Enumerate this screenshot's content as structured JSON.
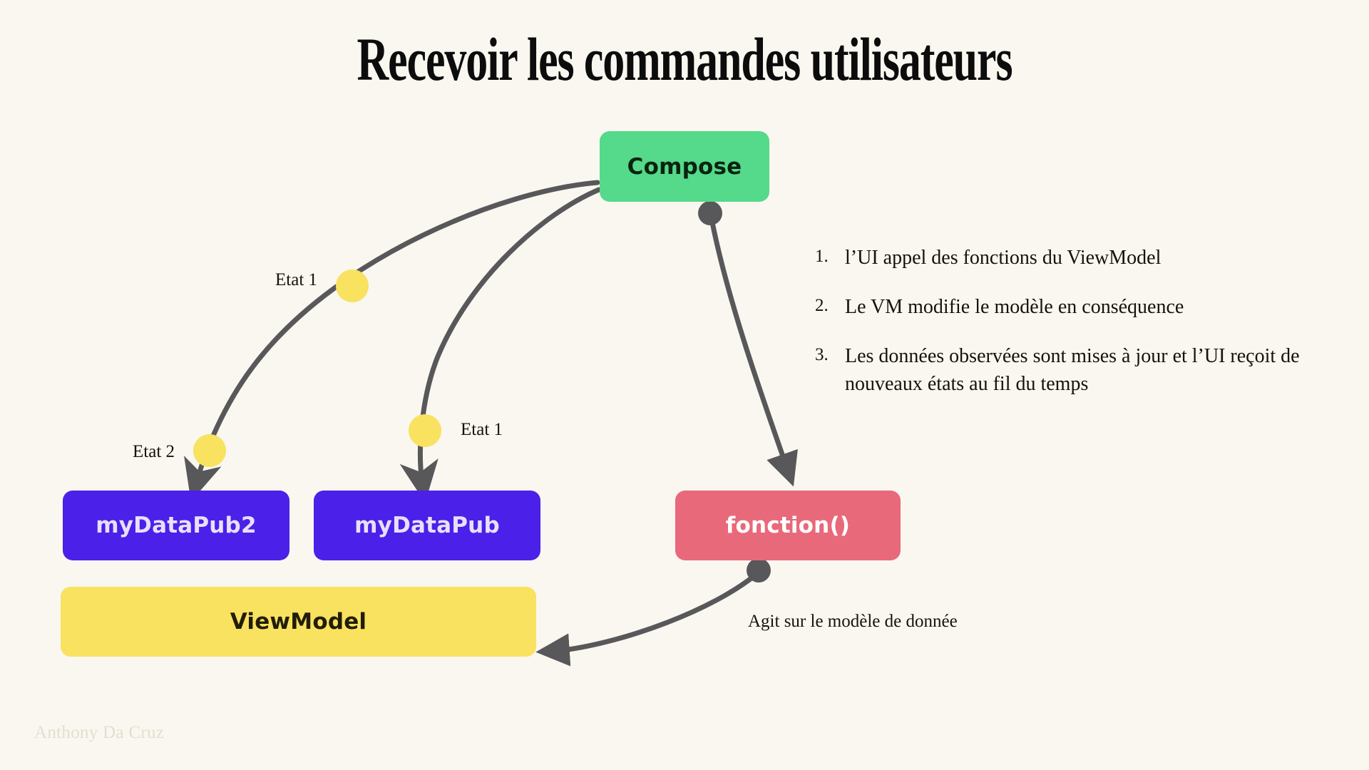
{
  "page": {
    "title": "Recevoir les commandes utilisateurs",
    "background_color": "#F9F7EF",
    "signature": "Anthony Da Cruz"
  },
  "nodes": [
    {
      "id": "compose",
      "label": "Compose",
      "color": "#55D98A",
      "text_color": "#08240F"
    },
    {
      "id": "mydatapub2",
      "label": "myDataPub2",
      "color": "#4B20E8",
      "text_color": "#E8DFFB"
    },
    {
      "id": "mydatapub",
      "label": "myDataPub",
      "color": "#4B20E8",
      "text_color": "#E8DFFB"
    },
    {
      "id": "fonction",
      "label": "fonction()",
      "color": "#E8697A",
      "text_color": "#FFFFFF"
    },
    {
      "id": "viewmodel",
      "label": "ViewModel",
      "color": "#F8E260",
      "text_color": "#221D07"
    }
  ],
  "edge_labels": {
    "etat1_a": "Etat 1",
    "etat2": "Etat 2",
    "etat1_b": "Etat 1",
    "agit": "Agit sur le modèle de donnée"
  },
  "edges": {
    "stroke_color": "#58585A",
    "dot_color": "#58585A",
    "state_dot_color": "#F8E260"
  },
  "steps": [
    {
      "num": "1.",
      "text": "l’UI appel des fonctions du ViewModel"
    },
    {
      "num": "2.",
      "text": "Le VM modifie le modèle en conséquence"
    },
    {
      "num": "3.",
      "text": "Les données observées sont mises à jour et l’UI reçoit de nouveaux états au fil du temps"
    }
  ]
}
